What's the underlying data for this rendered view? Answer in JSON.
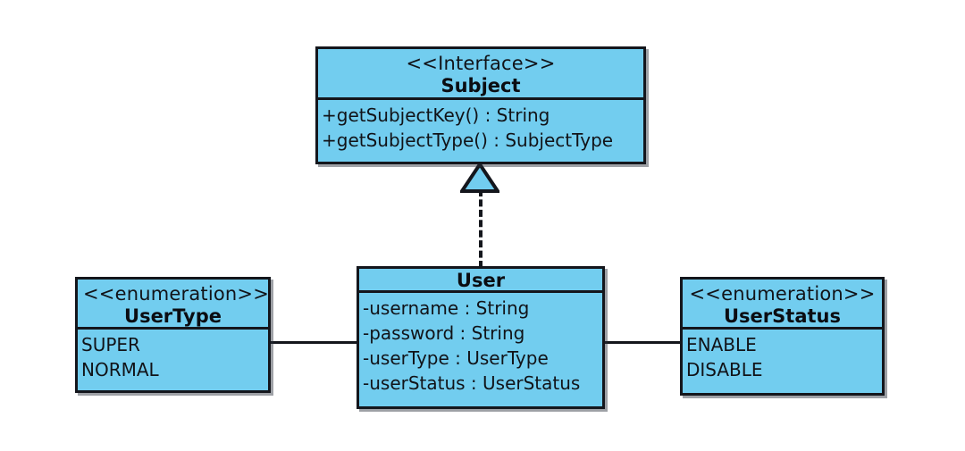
{
  "diagram": {
    "type": "uml-class-diagram",
    "background_color": "#ffffff",
    "fill_color": "#72cdef",
    "stroke_color": "#14161c"
  },
  "classes": {
    "subject": {
      "stereotype": "<<Interface>>",
      "name": "Subject",
      "members": [
        "+getSubjectKey() : String",
        "+getSubjectType() : SubjectType"
      ]
    },
    "user": {
      "stereotype": "",
      "name": "User",
      "members": [
        "-username : String",
        "-password : String",
        "-userType : UserType",
        "-userStatus : UserStatus"
      ]
    },
    "user_type": {
      "stereotype": "<<enumeration>>",
      "name": "UserType",
      "members": [
        "SUPER",
        "NORMAL"
      ]
    },
    "user_status": {
      "stereotype": "<<enumeration>>",
      "name": "UserStatus",
      "members": [
        "ENABLE",
        "DISABLE"
      ]
    }
  },
  "relationships": [
    {
      "kind": "realization",
      "from": "User",
      "to": "Subject",
      "line_style": "dashed",
      "arrow_head": "hollow-triangle"
    },
    {
      "kind": "association",
      "from": "UserType",
      "to": "User",
      "line_style": "solid",
      "arrow_head": "none"
    },
    {
      "kind": "association",
      "from": "User",
      "to": "UserStatus",
      "line_style": "solid",
      "arrow_head": "none"
    }
  ]
}
